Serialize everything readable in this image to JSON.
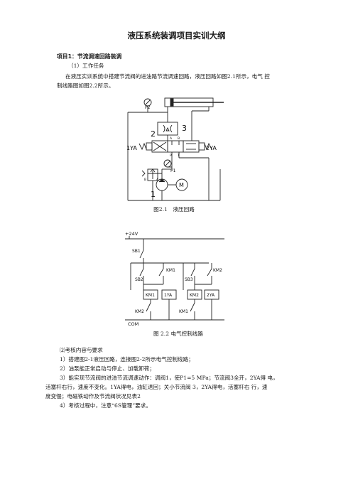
{
  "doc": {
    "title": "液压系统装调项目实训大纲",
    "section_heading": "项目1：节流调速回路装调",
    "task_heading": "（1）工作任务",
    "task_line1": "在液压实训系统中搭建节流阀的进油路节流调速回路，液压回路如图2.1所示，电气 控",
    "task_line2": "制线路图如图2.2所示。"
  },
  "figures": {
    "hydraulic": {
      "caption": "图2.1　液压回路",
      "labels": {
        "p2": "P2",
        "p1": "P1",
        "valve2": "2",
        "valve3": "3",
        "sol_left": "1YA",
        "sol_right": "2YA",
        "pump": "1",
        "motor": "M",
        "port_a": "A",
        "port_b": "B",
        "port_p": "P",
        "port_t": "T",
        "relief_b": "B",
        "relief_a": "A"
      }
    },
    "electric": {
      "caption": "图 2.2  电气控制线路",
      "labels": {
        "supply": "+24V",
        "sb1": "SB1",
        "sb2": "SB2",
        "sb3": "SB3",
        "km1_contact": "KM1",
        "km2_contact": "KM2",
        "coil_km1": "KM1",
        "coil_1ya": "1YA",
        "coil_km2": "KM2",
        "coil_2ya": "2YA",
        "km2_nc": "KM2",
        "km1_nc": "KM1",
        "com": "COM"
      }
    }
  },
  "assessment": {
    "heading": "⑵考核内容与要求",
    "item1": "1）搭建图2-1液压回路，连接图2-2所示电气控制线路；",
    "item2": "2）油泵能正常启动与停止、加载卸荷；",
    "item3_line1": "3）能实现节流阀的进油节流调速动作：调阀1，使P1=5 MPa；节流阀3全开，2YA得 电，",
    "item3_line2": "活塞杆右行，速度不变化。1YA得电，油缸退回；关小节流阀 3，2YA得电，活塞杆右 行，速",
    "item3_line3": "度变慢；电磁铁动作及节流阀状况见表2",
    "item4": "4）考核过程中，注意“6S管理”要求。"
  }
}
